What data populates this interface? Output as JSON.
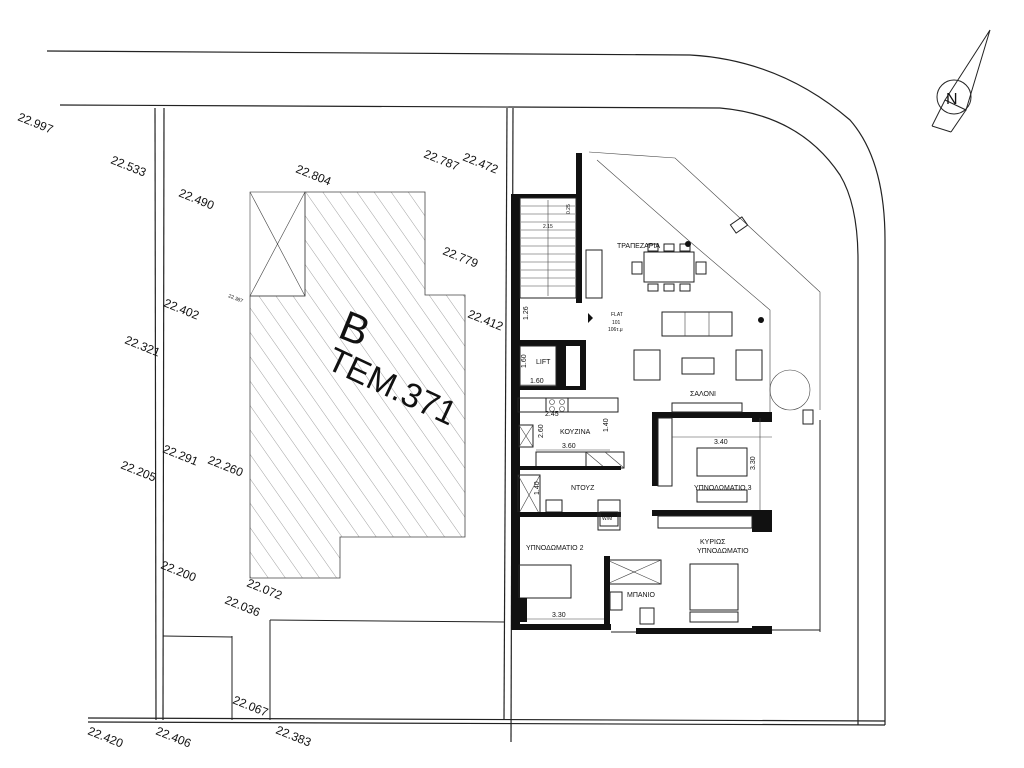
{
  "north": {
    "label": "N"
  },
  "plot": {
    "letter": "B",
    "number": "ΤΕΜ.371"
  },
  "levels": [
    {
      "id": "l1",
      "value": "22.997"
    },
    {
      "id": "l2",
      "value": "22.533"
    },
    {
      "id": "l3",
      "value": "22.490"
    },
    {
      "id": "l4",
      "value": "22.804"
    },
    {
      "id": "l5",
      "value": "22.787"
    },
    {
      "id": "l6",
      "value": "22.472"
    },
    {
      "id": "l7",
      "value": "22.779"
    },
    {
      "id": "l8",
      "value": "22.402"
    },
    {
      "id": "l9",
      "value": "22.387"
    },
    {
      "id": "l10",
      "value": "22.412"
    },
    {
      "id": "l11",
      "value": "22.321"
    },
    {
      "id": "l12",
      "value": "22.291"
    },
    {
      "id": "l13",
      "value": "22.260"
    },
    {
      "id": "l14",
      "value": "22.205"
    },
    {
      "id": "l15",
      "value": "22.200"
    },
    {
      "id": "l16",
      "value": "22.072"
    },
    {
      "id": "l17",
      "value": "22.036"
    },
    {
      "id": "l18",
      "value": "22.067"
    },
    {
      "id": "l19",
      "value": "22.420"
    },
    {
      "id": "l20",
      "value": "22.406"
    },
    {
      "id": "l21",
      "value": "22.383"
    }
  ],
  "rooms": {
    "dining": "ΤΡΑΠΕΖΑΡΙΑ",
    "living": "ΣΑΛΟΝΙ",
    "kitchen": "ΚΟΥΖΙΝΑ",
    "shower": "ΝΤΟΥΖ",
    "bedroom3": "ΥΠΝΟΔΩΜΑΤΙΟ 3",
    "bedroom2": "ΥΠΝΟΔΩΜΑΤΙΟ 2",
    "master1": "ΚΥΡΙΩΣ",
    "master2": "ΥΠΝΟΔΩΜΑΤΙΟ",
    "bathroom": "ΜΠΑΝΙΟ",
    "lift": "LIFT",
    "wm": "W/M"
  },
  "flat": {
    "label": "FLAT",
    "number": "101",
    "area": "106τ.μ"
  },
  "dims": {
    "stair_w": "2.15",
    "stair_r": "0.25",
    "d126": "1.26",
    "d160v": "1.60",
    "d160h": "1.60",
    "d245": "2.45",
    "d260": "2.60",
    "d140k": "1.40",
    "d360": "3.60",
    "d340": "3.40",
    "d330v": "3.30",
    "d140s": "1.40",
    "d330h": "3.30"
  }
}
